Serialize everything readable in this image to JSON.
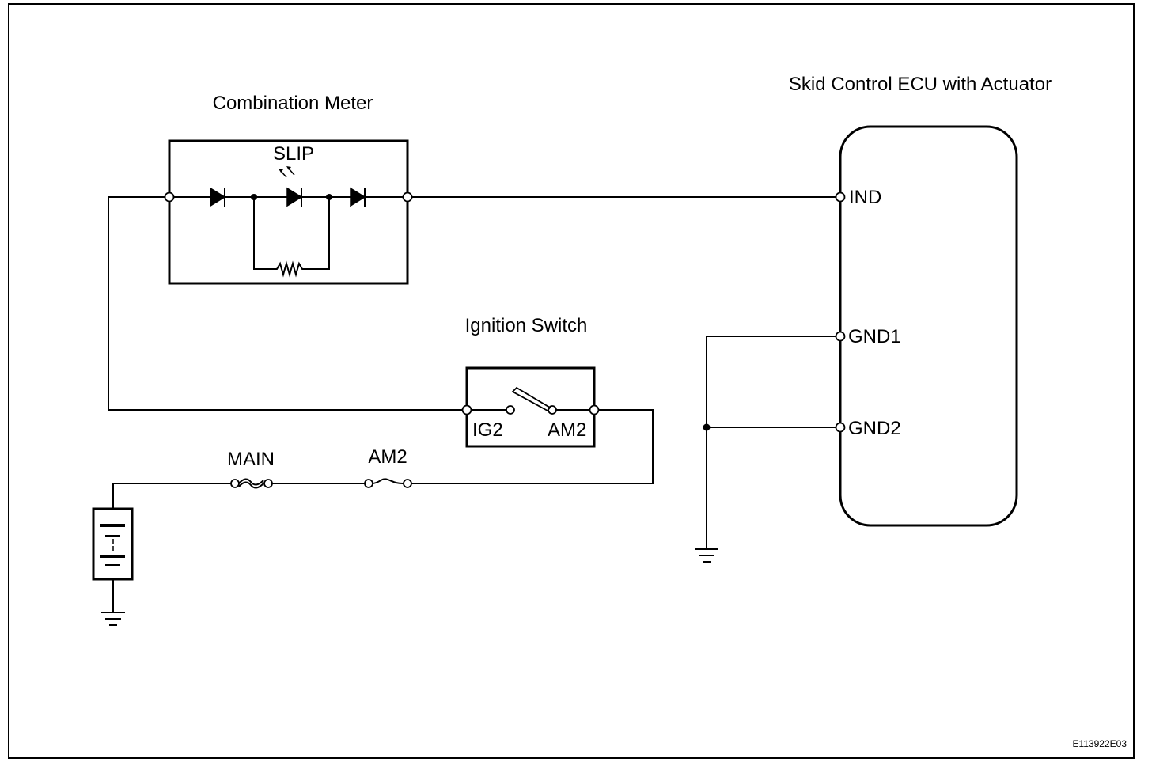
{
  "labels": {
    "combination_meter": "Combination Meter",
    "slip": "SLIP",
    "ecu": "Skid Control ECU with Actuator",
    "ignition_switch": "Ignition Switch",
    "main_fuse": "MAIN",
    "am2_fuse": "AM2",
    "figure_code": "E113922E03"
  },
  "pins": {
    "ind": "IND",
    "gnd1": "GND1",
    "gnd2": "GND2",
    "ig2": "IG2",
    "am2": "AM2"
  }
}
